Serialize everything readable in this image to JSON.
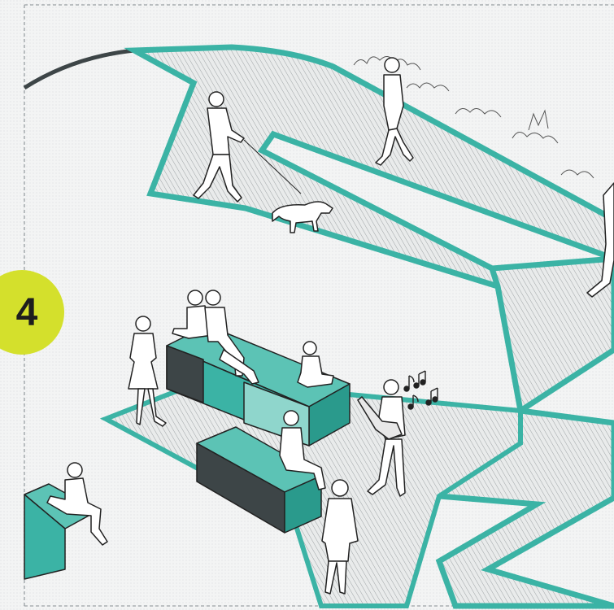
{
  "step_badge": {
    "number": "4",
    "color": "#d4e02c"
  },
  "colors": {
    "teal": "#3bb3a5",
    "teal_light": "#8fd6cc",
    "dark_block": "#3d4547",
    "outline": "#222222",
    "ground": "#f3f4f4",
    "frame_dash": "#9aa0a4"
  },
  "scene": {
    "elements": [
      {
        "kind": "person",
        "description_icon": "walker-with-dog-icon"
      },
      {
        "kind": "animal",
        "description_icon": "dog-icon"
      },
      {
        "kind": "person",
        "description_icon": "walking-woman-icon"
      },
      {
        "kind": "person",
        "description_icon": "guitar-player-icon"
      },
      {
        "kind": "symbol",
        "description_icon": "music-notes-icon"
      },
      {
        "kind": "furniture",
        "description_icon": "bench-icon"
      },
      {
        "kind": "vegetation",
        "description_icon": "shrub-icon"
      }
    ]
  }
}
